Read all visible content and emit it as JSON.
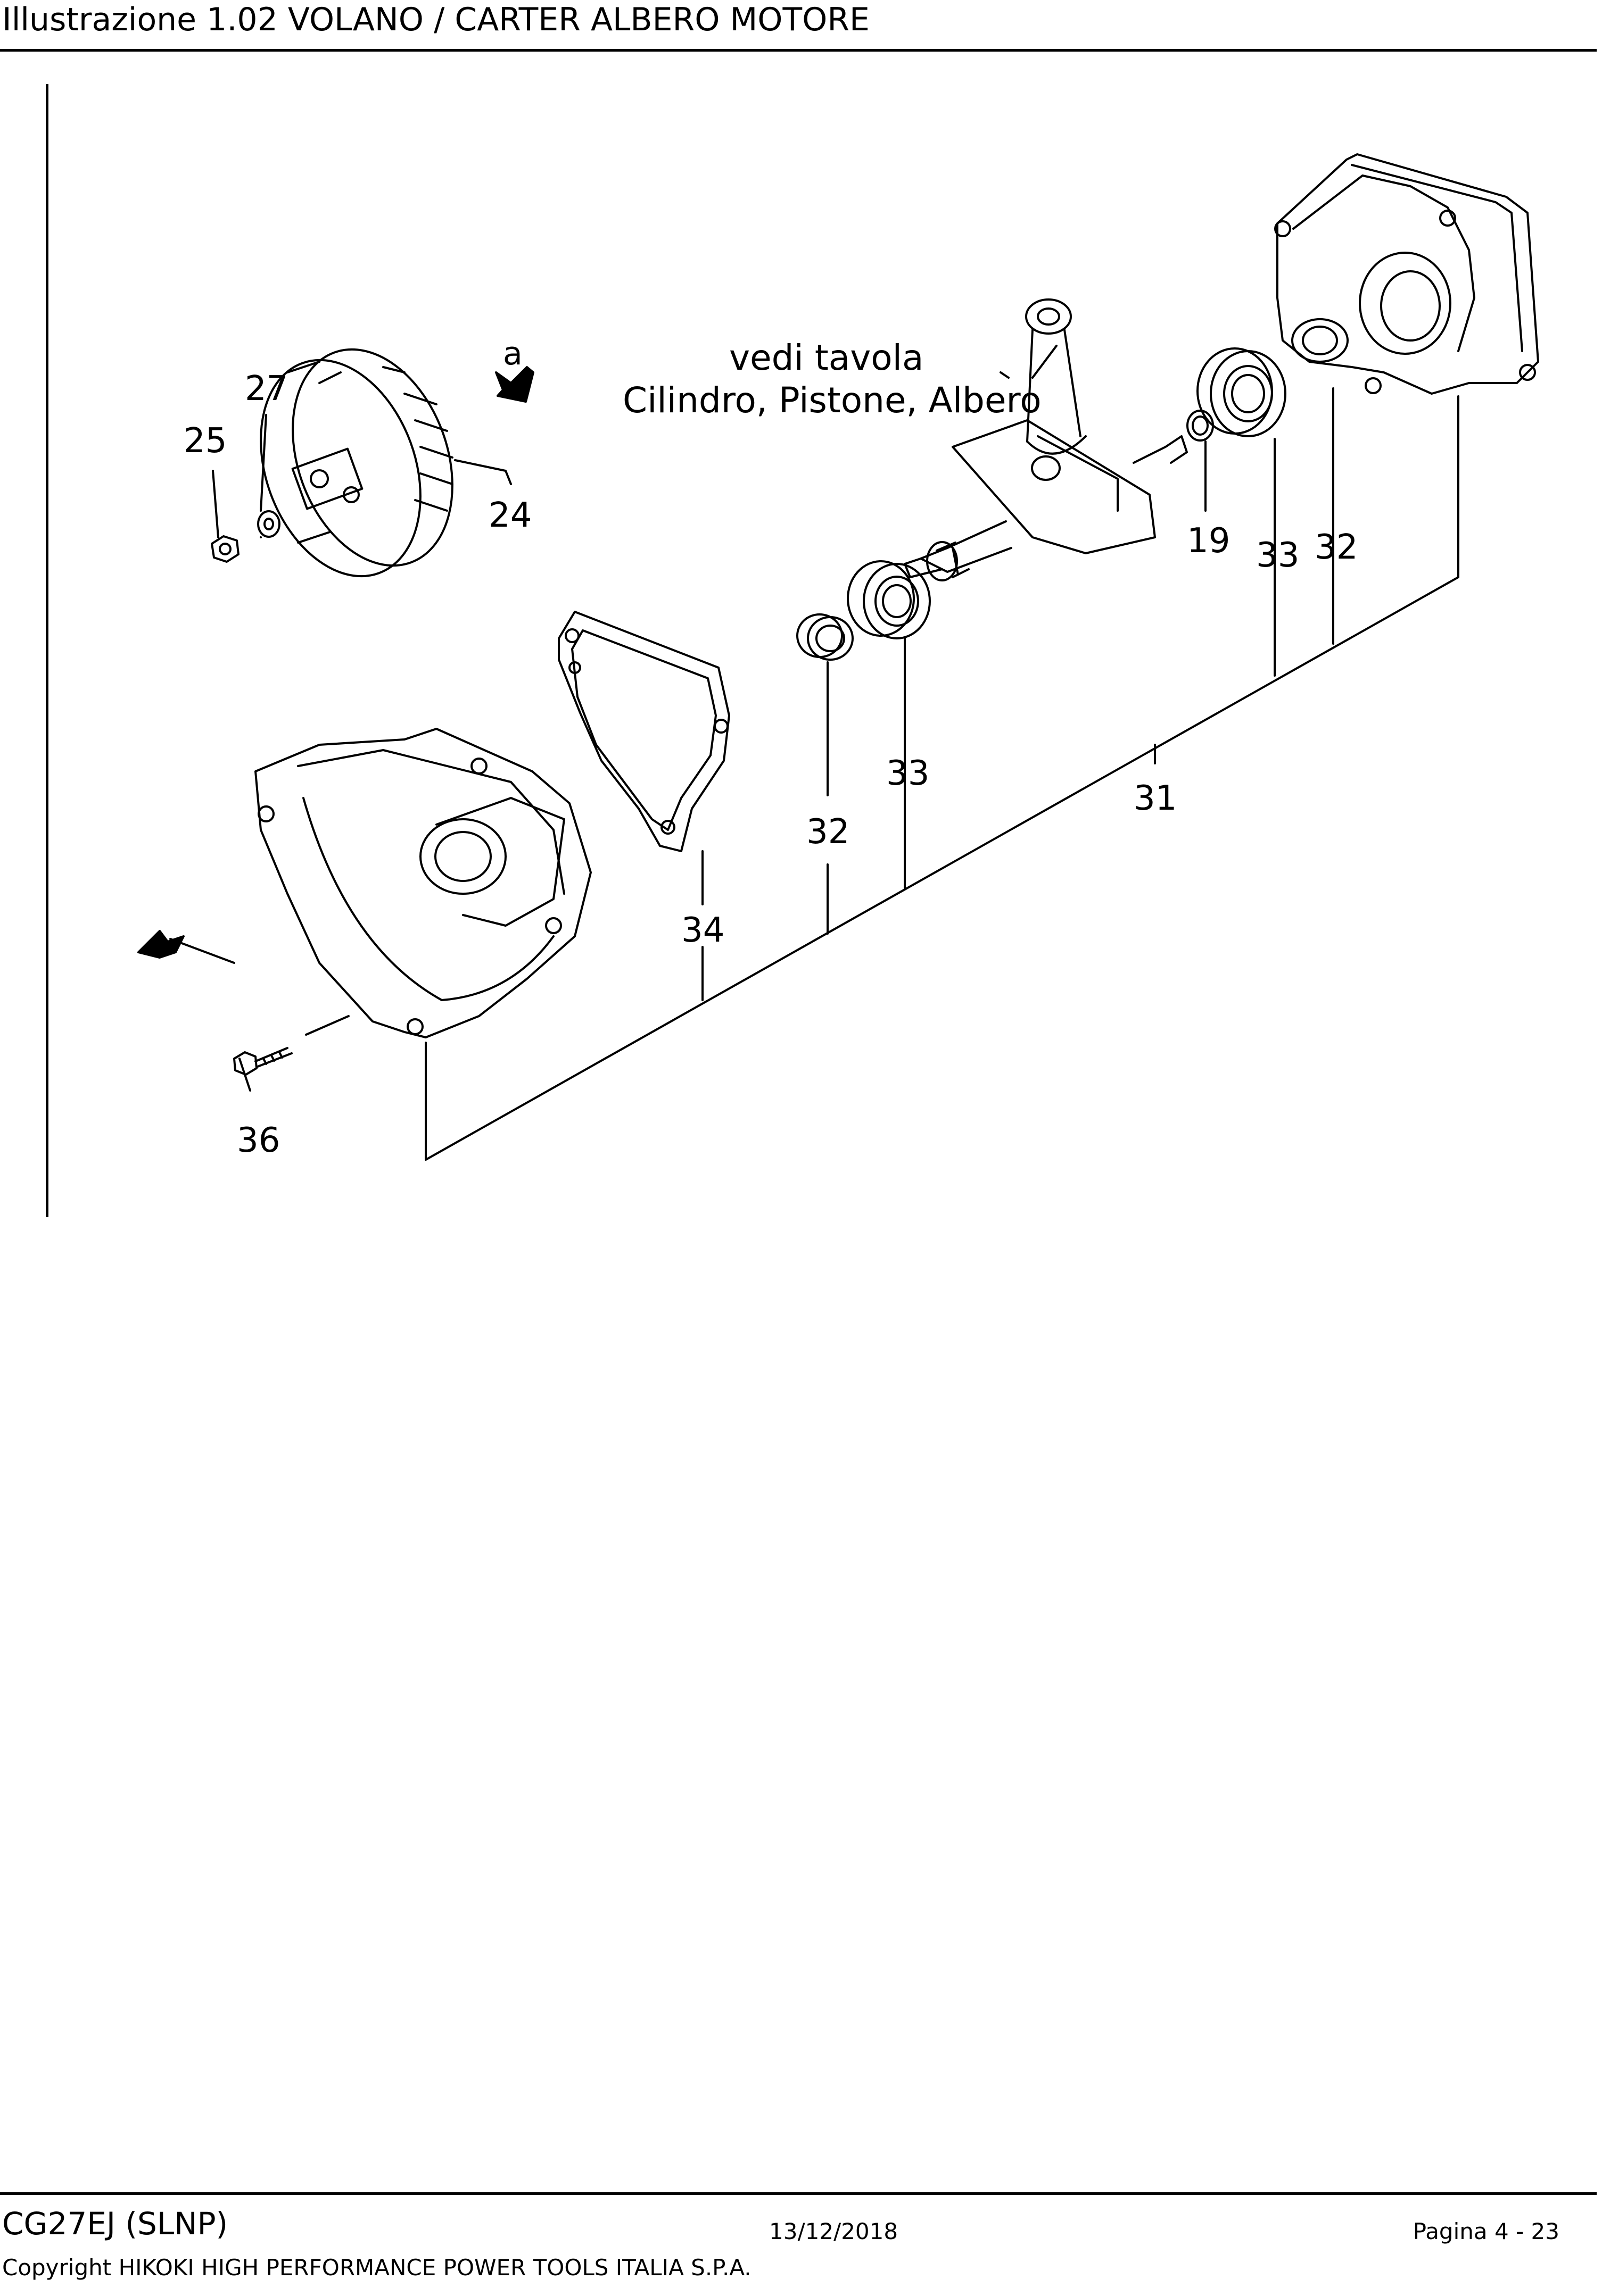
{
  "header": {
    "title": "Illustrazione  1.02  VOLANO / CARTER ALBERO MOTORE"
  },
  "diagram": {
    "reference_note": [
      "vedi tavola",
      "Cilindro, Pistone, Albero"
    ],
    "view_label": "a",
    "callouts": {
      "c24": "24",
      "c25": "25",
      "c27": "27",
      "c19": "19",
      "c33_top": "33",
      "c32_top": "32",
      "c31": "31",
      "c33_mid": "33",
      "c32_mid": "32",
      "c34": "34",
      "c36": "36"
    }
  },
  "footer": {
    "model": "CG27EJ (SLNP)",
    "date": "13/12/2018",
    "page": "Pagina 4 - 23",
    "copyright": "Copyright HIKOKI HIGH PERFORMANCE POWER TOOLS ITALIA S.P.A."
  }
}
